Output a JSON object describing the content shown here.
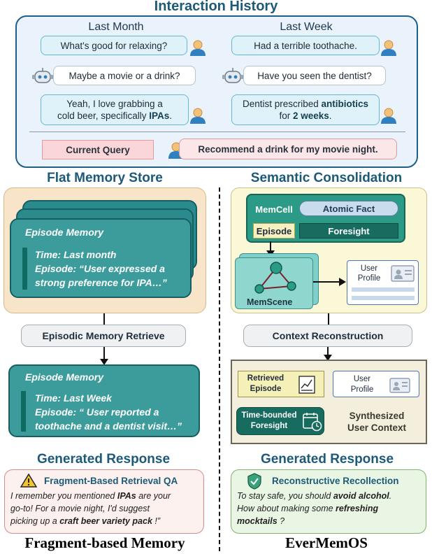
{
  "interaction_history": {
    "title": "Interaction History",
    "last_month": {
      "title": "Last Month",
      "msg1": "What's good for relaxing?",
      "msg2": "Maybe a movie or a drink?",
      "msg3_line1": "Yeah, I love grabbing a",
      "msg3_line2_pre": "cold beer, specifically ",
      "msg3_line2_bold": "IPAs",
      "msg3_line2_post": "."
    },
    "last_week": {
      "title": "Last Week",
      "msg1": "Had a terrible toothache.",
      "msg2": "Have you seen the dentist?",
      "msg3_line1_pre": "Dentist prescribed ",
      "msg3_line1_bold": "antibiotics",
      "msg3_line2_pre": "for ",
      "msg3_line2_bold": "2 weeks",
      "msg3_line2_post": "."
    },
    "current_query_label": "Current Query",
    "current_query": "Recommend a drink for my movie night."
  },
  "left": {
    "title": "Flat Memory Store",
    "episode_card": {
      "title": "Episode Memory",
      "line1": "Time: Last month",
      "line2": "Episode: “User expressed a",
      "line3": "strong preference for IPA…”"
    },
    "retrieve_label": "Episodic Memory Retrieve",
    "retrieved_card": {
      "title": "Episode Memory",
      "line1": "Time: Last Week",
      "line2": "Episode: “ User reported a",
      "line3": "toothache and a dentist visit…”"
    },
    "generated_title": "Generated Response",
    "response": {
      "heading": "Fragment-Based Retrieval QA",
      "line1_pre": "I remember you mentioned ",
      "line1_bold": "IPAs",
      "line1_post": " are your",
      "line2": "go-to! For a movie night, I'd suggest",
      "line3_pre": "picking up a ",
      "line3_bold": "craft beer variety pack",
      "line3_post": " !”"
    },
    "bottom_label": "Fragment-based Memory"
  },
  "right": {
    "title": "Semantic Consolidation",
    "memcell_label": "MemCell",
    "atomic_fact": "Atomic Fact",
    "episode_label": "Episode",
    "foresight_label": "Foresight",
    "memscene_label": "MemScene",
    "user_profile": "User Profile",
    "context_label": "Context Reconstruction",
    "retrieved_episode": "Retrieved Episode",
    "profile_short": "User Profile",
    "time_bounded_foresight": "Time-bounded Foresight",
    "synthesized": "Synthesized User Context",
    "generated_title": "Generated Response",
    "response": {
      "heading": "Reconstructive Recollection",
      "line1_pre": "To stay safe, you should ",
      "line1_bold": "avoid alcohol",
      "line1_post": ".",
      "line2_pre": "How about making some ",
      "line2_bold": "refreshing",
      "line3_bold": "mocktails",
      "line3_post": " ?"
    },
    "bottom_label": "EverMemOS"
  },
  "colors": {
    "accent": "#1d5a78",
    "teal": "#2b9a86",
    "user_bubble": "#dff2fa",
    "query_pink": "#fbd6d8",
    "left_panel": "#f8e4c8",
    "right_panel": "#fbf8d8"
  },
  "icons": [
    "user-icon",
    "robot-icon",
    "warning-icon",
    "shield-check-icon",
    "chart-icon",
    "id-card-icon",
    "calendar-clock-icon",
    "graph-icon"
  ]
}
